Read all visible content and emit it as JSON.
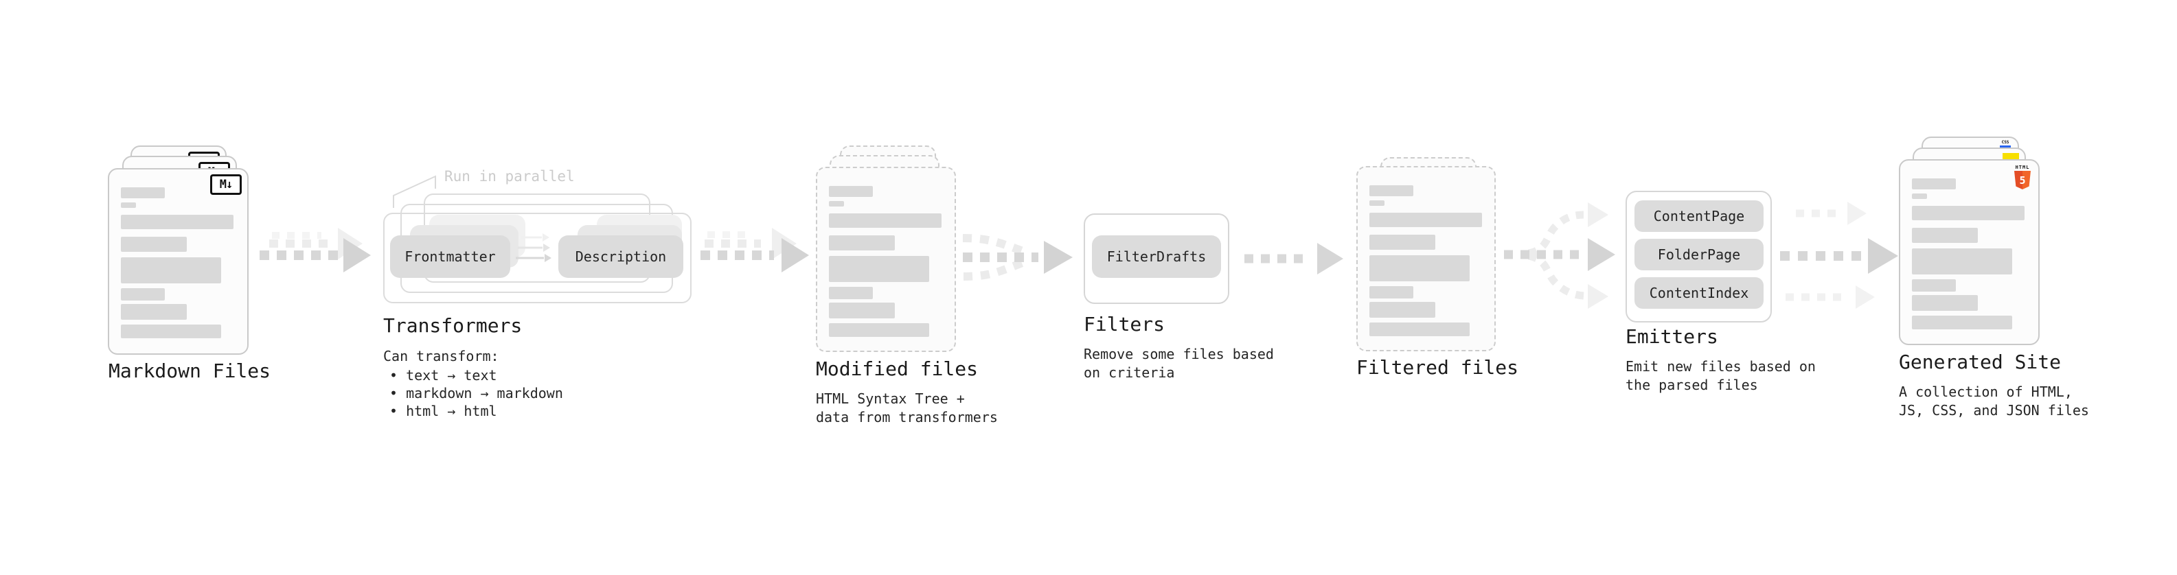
{
  "diagram": {
    "stages": [
      {
        "id": "markdown-files",
        "label": "Markdown Files",
        "badge": "M↓"
      },
      {
        "id": "transformers",
        "label": "Transformers",
        "annotation": "Run in parallel",
        "pills": [
          "Frontmatter",
          "Description"
        ],
        "caption_heading": "Can transform:",
        "bullets": [
          "• text → text",
          "• markdown → markdown",
          "• html → html"
        ]
      },
      {
        "id": "modified-files",
        "label": "Modified files",
        "caption": "HTML Syntax Tree +\ndata from transformers"
      },
      {
        "id": "filters",
        "label": "Filters",
        "pills": [
          "FilterDrafts"
        ],
        "caption": "Remove some files based\non criteria"
      },
      {
        "id": "filtered-files",
        "label": "Filtered files"
      },
      {
        "id": "emitters",
        "label": "Emitters",
        "pills": [
          "ContentPage",
          "FolderPage",
          "ContentIndex"
        ],
        "caption": "Emit new files based on\nthe parsed files"
      },
      {
        "id": "generated-site",
        "label": "Generated Site",
        "caption": "A collection of HTML,\nJS, CSS, and JSON files",
        "html5_word": "HTML",
        "html5_number": "5",
        "css_word": "CSS"
      }
    ],
    "colors": {
      "background": "#ffffff",
      "card_border": "#c9c9c9",
      "card_fill": "#fcfcfc",
      "skeleton_bar": "#d9d9d9",
      "pill_fill": "#dcdcdc",
      "arrow_main": "#d6d6d6",
      "arrow_echo": "#ececec",
      "annotation_text": "#cbcbcb",
      "title_text": "#1b1b1b",
      "html5_orange": "#e44d26",
      "js_yellow": "#f7df00",
      "css_blue": "#2965f1"
    }
  }
}
